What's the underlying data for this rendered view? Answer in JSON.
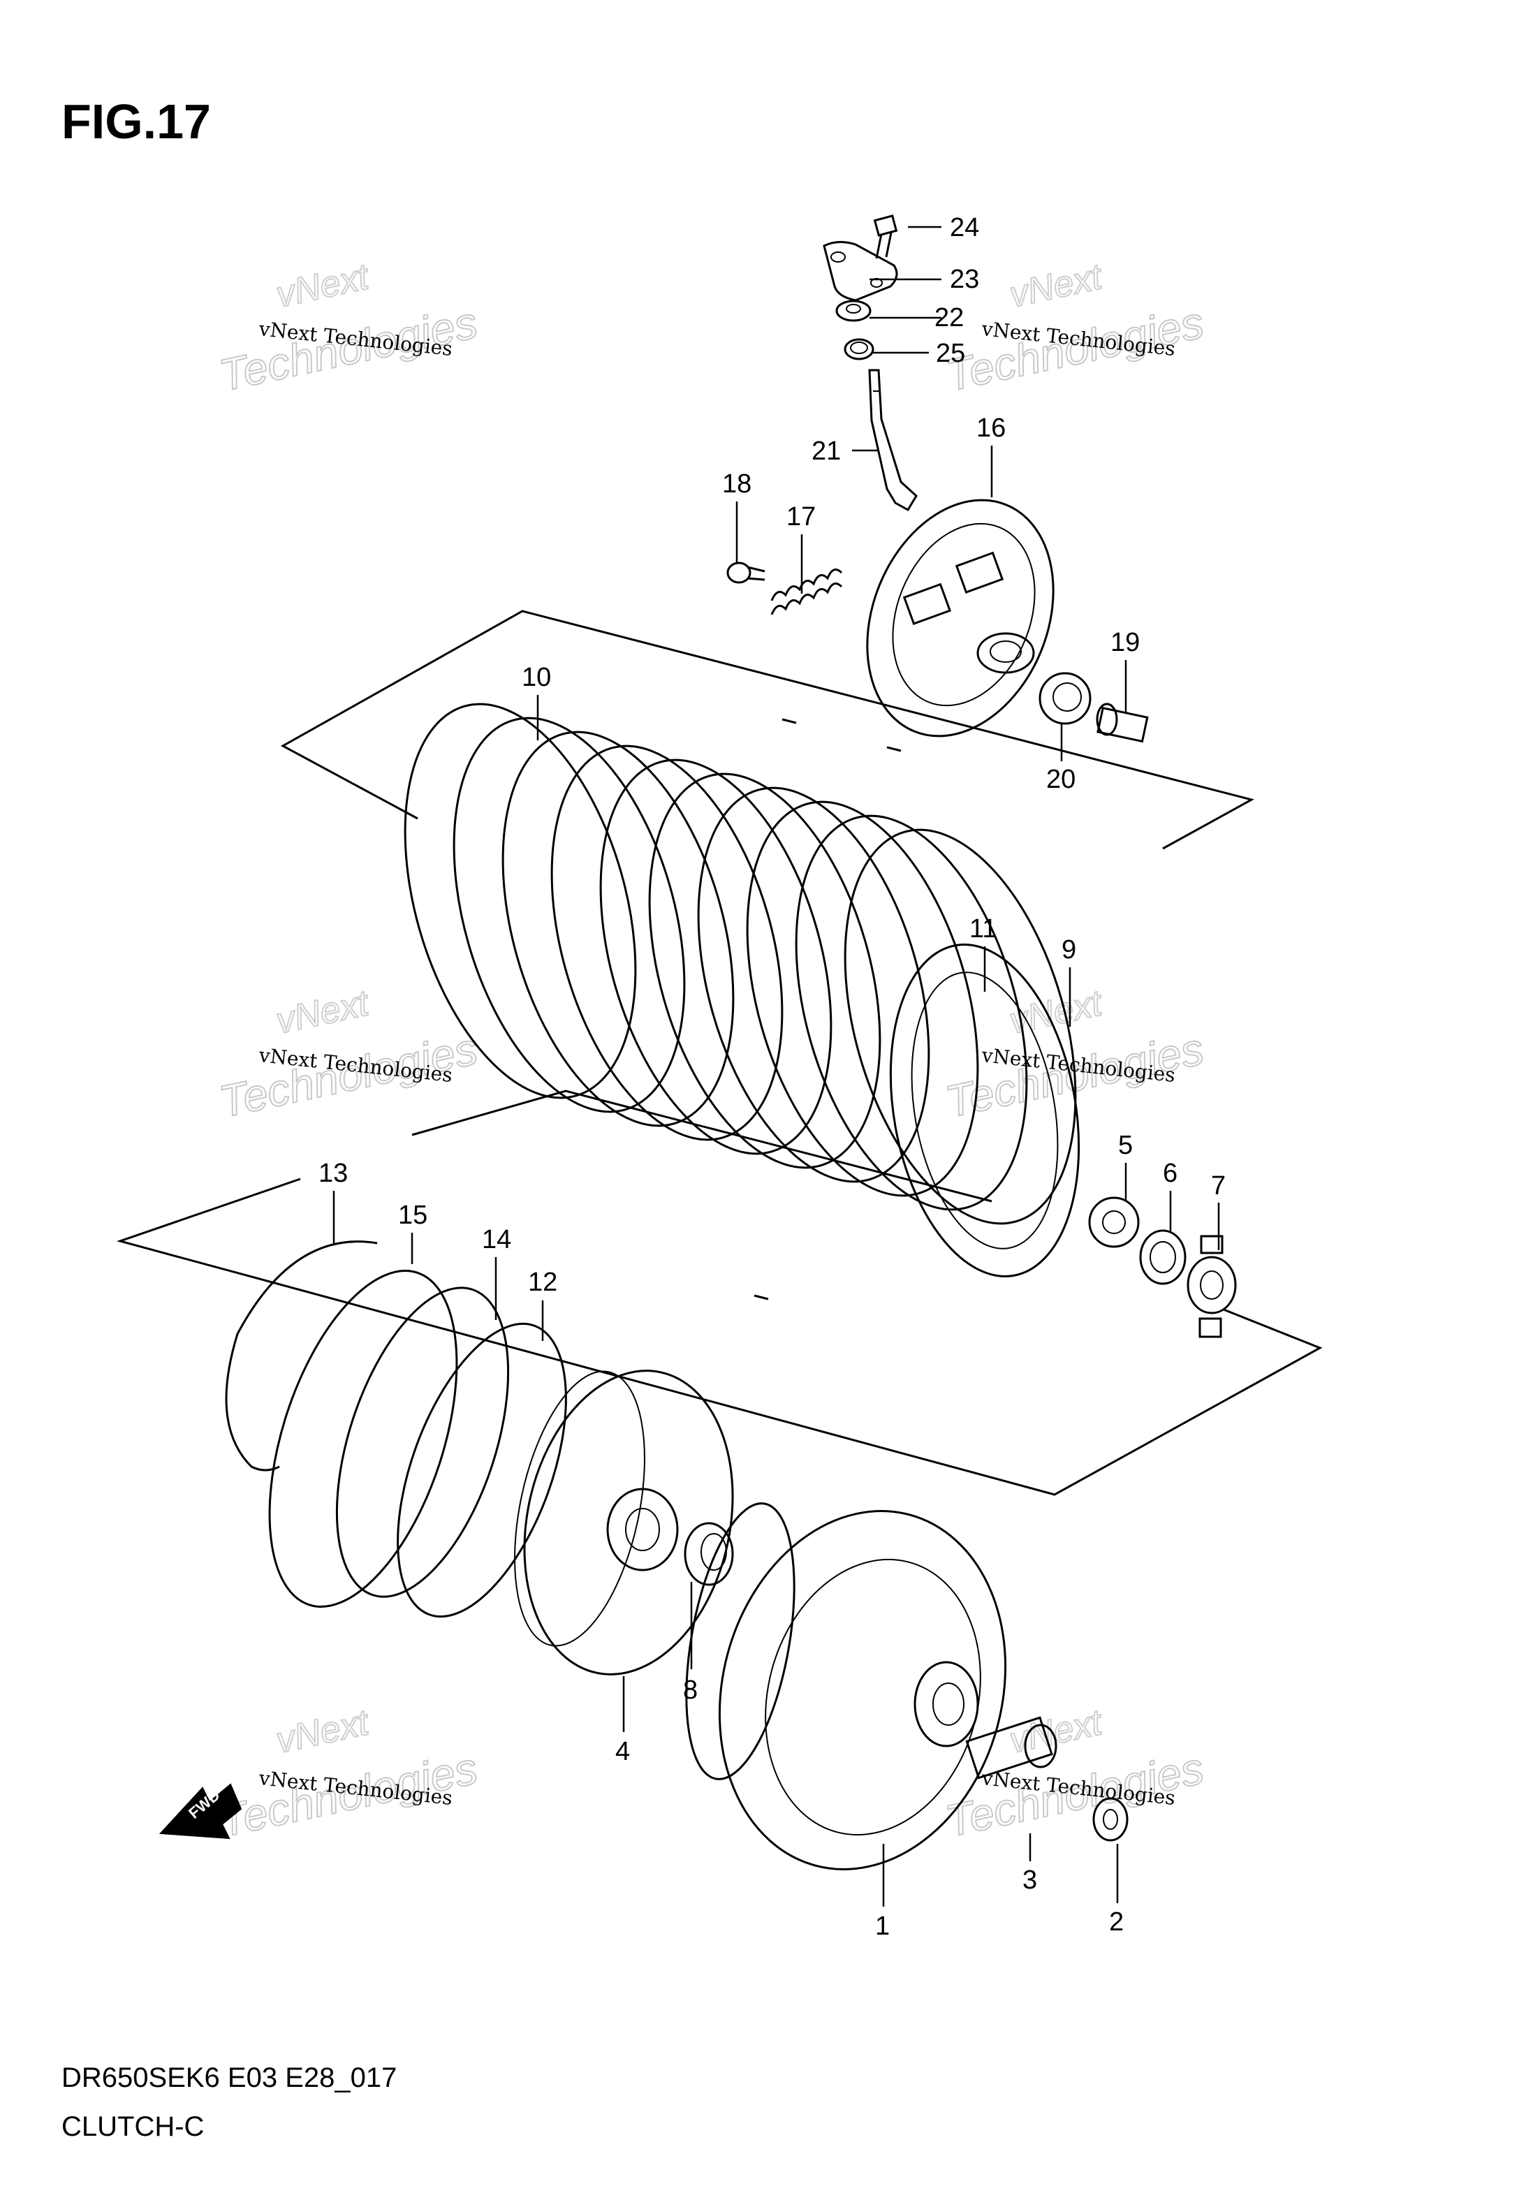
{
  "figure": {
    "title": "FIG.17",
    "model_code": "DR650SEK6 E03 E28_017",
    "section_name": "CLUTCH-C"
  },
  "watermark": {
    "company": "vNext Technologies",
    "word1": "vNext",
    "word2": "Technologies"
  },
  "fwd_label": "FWD",
  "callouts": [
    {
      "id": "c24",
      "number": "24"
    },
    {
      "id": "c23",
      "number": "23"
    },
    {
      "id": "c22",
      "number": "22"
    },
    {
      "id": "c25",
      "number": "25"
    },
    {
      "id": "c21",
      "number": "21"
    },
    {
      "id": "c16",
      "number": "16"
    },
    {
      "id": "c18",
      "number": "18"
    },
    {
      "id": "c17",
      "number": "17"
    },
    {
      "id": "c19",
      "number": "19"
    },
    {
      "id": "c20",
      "number": "20"
    },
    {
      "id": "c10",
      "number": "10"
    },
    {
      "id": "c11",
      "number": "11"
    },
    {
      "id": "c9",
      "number": "9"
    },
    {
      "id": "c5",
      "number": "5"
    },
    {
      "id": "c6",
      "number": "6"
    },
    {
      "id": "c7",
      "number": "7"
    },
    {
      "id": "c13",
      "number": "13"
    },
    {
      "id": "c15",
      "number": "15"
    },
    {
      "id": "c14",
      "number": "14"
    },
    {
      "id": "c12",
      "number": "12"
    },
    {
      "id": "c8",
      "number": "8"
    },
    {
      "id": "c4",
      "number": "4"
    },
    {
      "id": "c3",
      "number": "3"
    },
    {
      "id": "c1",
      "number": "1"
    },
    {
      "id": "c2",
      "number": "2"
    }
  ]
}
